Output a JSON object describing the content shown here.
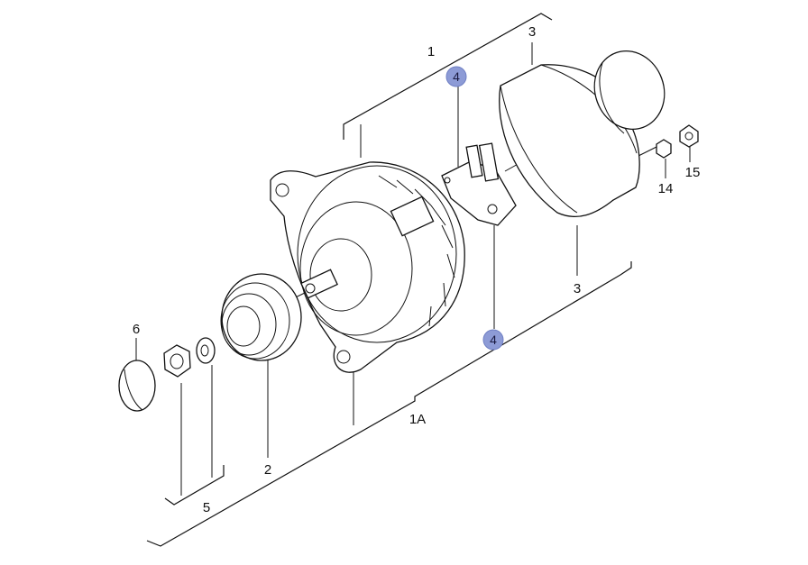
{
  "diagram": {
    "callouts": {
      "c1": "1",
      "c1a": "1A",
      "c2": "2",
      "c3_top": "3",
      "c3_right": "3",
      "c4_top": "4",
      "c4_bottom": "4",
      "c5": "5",
      "c6": "6",
      "c14": "14",
      "c15": "15"
    },
    "colors": {
      "badge_fill": "#8d9bd6",
      "badge_stroke": "#6f7fc4",
      "line": "#111111"
    }
  }
}
